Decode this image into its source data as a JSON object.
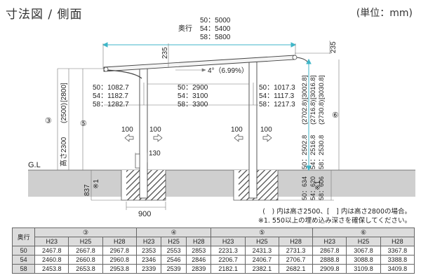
{
  "header": {
    "title": "寸法図 / 側面",
    "unit": "(単位：mm)"
  },
  "diagram": {
    "depth_label": "奥行",
    "depth_lines": [
      "50：5000",
      "54：5400",
      "58：5800"
    ],
    "roof_top_235": "235",
    "roof_right_235": "235",
    "slope": "4°（6.99%）",
    "front_offset": [
      "50：1082.7",
      "54：1182.7",
      "58：1282.7"
    ],
    "post_span": [
      "50：2900",
      "54：3100",
      "58：3300"
    ],
    "rear_offset": [
      "50：1017.3",
      "54：1117.3",
      "58：1217.3"
    ],
    "rear_height": [
      "50：2502.8",
      "54：2516.8",
      "58：2530.8"
    ],
    "rear_height_paren": [
      "(2702.8)",
      "(2716.8)",
      "(2730.8)"
    ],
    "rear_height_bracket": [
      "[3002.8]",
      "[3016.8]",
      "[3030.8]"
    ],
    "embed_right": [
      "50：634",
      "54：620",
      "58：606"
    ],
    "height_label": "高さ2300",
    "height_paren": "(2500)",
    "height_bracket": "[2800]",
    "dim_markers": [
      "③",
      "⑤",
      "⑥"
    ],
    "arrow_100": "100",
    "post_130": "130",
    "gl": "G.L",
    "embed_left": "837",
    "note_mark": "※1",
    "footing_width": "900"
  },
  "notes": [
    "(　) 内は高さ2500、[　] 内は高さ2800の場合。",
    "※1. 550以上の埋め込み深さを確保してください。"
  ],
  "table": {
    "row_header": "奥行",
    "groups": [
      "③",
      "④",
      "⑤",
      "⑥"
    ],
    "subheaders": [
      "H23",
      "H25",
      "H28"
    ],
    "rows": [
      {
        "depth": "50",
        "values": [
          "2467.8",
          "2667.8",
          "2967.8",
          "2353",
          "2553",
          "2853",
          "2231.3",
          "2431.3",
          "2731.3",
          "2867.8",
          "3067.8",
          "3367.8"
        ]
      },
      {
        "depth": "54",
        "values": [
          "2460.8",
          "2660.8",
          "2960.8",
          "2346",
          "2546",
          "2846",
          "2206.7",
          "2406.7",
          "2706.7",
          "2888.8",
          "3088.8",
          "3388.8"
        ]
      },
      {
        "depth": "58",
        "values": [
          "2453.8",
          "2653.8",
          "2953.8",
          "2339",
          "2539",
          "2839",
          "2182.1",
          "2382.1",
          "2682.1",
          "2909.8",
          "3109.8",
          "3409.8"
        ]
      }
    ]
  }
}
